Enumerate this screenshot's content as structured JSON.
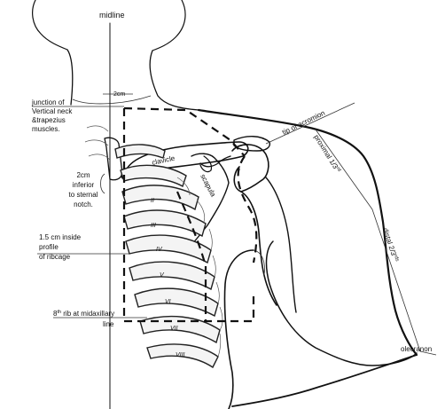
{
  "labels": {
    "midline": "midline",
    "junction": [
      "junction of",
      "Vertical neck",
      "&trapezius",
      "muscles."
    ],
    "two_cm_top": "2cm",
    "two_cm_inferior": [
      "2cm",
      "inferior",
      "to sternal",
      "notch."
    ],
    "inside_profile": [
      "1.5 cm inside",
      "profile",
      "of ribcage"
    ],
    "eighth_rib": {
      "num": "8",
      "sup": "th",
      "rest": " rib at midaxillary",
      "line2": "line"
    },
    "clavicle": "clavicle",
    "scapula": "scapula",
    "tip_acromion": "tip of acromion",
    "proximal": {
      "main": "proximal 1/3",
      "sup": "rd"
    },
    "distal": {
      "main": "distal 2/3",
      "sup": "rds"
    },
    "olecranon": "olecranon"
  },
  "rib_numerals": [
    "II",
    "III",
    "IV",
    "V",
    "VI",
    "VII",
    "VIII"
  ]
}
